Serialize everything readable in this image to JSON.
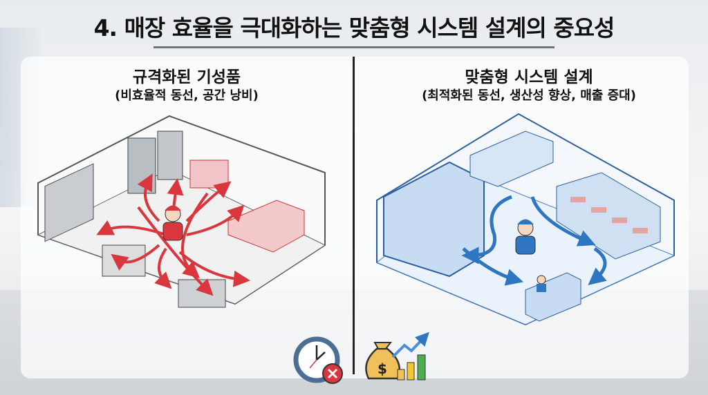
{
  "title": "4. 매장 효율을 극대화하는 맞춤형 시스템 설계의 중요성",
  "left": {
    "heading": "규격화된 기성품",
    "subheading": "(비효율적 동선, 공간 낭비)",
    "icon": "clock-x-icon",
    "accent": "#d9363e"
  },
  "right": {
    "heading": "맞춤형 시스템 설계",
    "subheading": "(최적화된 동선, 생산성 향상, 매출 증대)",
    "icon": "money-bag-growth-icon",
    "accent": "#2f76c0"
  }
}
